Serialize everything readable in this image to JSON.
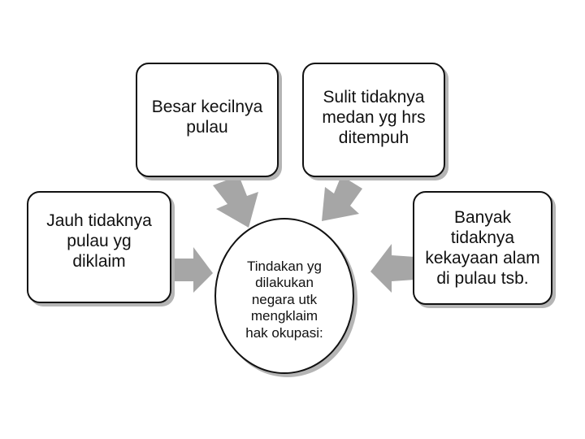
{
  "diagram": {
    "top_left_box": {
      "text": "Besar kecilnya\npulau"
    },
    "top_right_box": {
      "text": "Sulit tidaknya\nmedan yg hrs\nditempuh"
    },
    "left_box": {
      "text": "Jauh tidaknya\npulau yg\ndiklaim"
    },
    "right_box": {
      "text": "Banyak\ntidaknya\nkekayaan alam\ndi pulau tsb."
    },
    "center_circle": {
      "text": "Tindakan yg\ndilakukan\nnegara utk\nmengklaim\nhak okupasi:"
    },
    "arrow_color": "#a6a6a6"
  }
}
